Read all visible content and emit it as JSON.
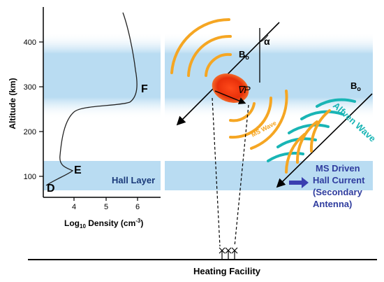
{
  "left_plot": {
    "y_axis_label": "Altitude (km)",
    "x_axis_label_main": "Log",
    "x_axis_label_sub": "10",
    "x_axis_label_rest": " Density (cm",
    "x_axis_label_exp": "-3",
    "x_axis_label_end": ")",
    "y_ticks": [
      "400",
      "300",
      "200",
      "100"
    ],
    "x_ticks": [
      "4",
      "5",
      "6"
    ],
    "layer_labels": {
      "f": "F",
      "e": "E",
      "d": "D"
    },
    "hall_layer": "Hall Layer"
  },
  "right_diagram": {
    "b0_main": "B",
    "b0_sub": "o",
    "alpha": "α",
    "grad_p": "∇P",
    "ms_wave": "MS Wave",
    "alfven_wave": "Alfven Wave",
    "hall_current": [
      "MS Driven",
      "Hall Current",
      "(Secondary",
      "Antenna)"
    ]
  },
  "heating_facility": "Heating Facility",
  "colors": {
    "band": "#b9dcf2",
    "ms_wave": "#f5a623",
    "alfven_wave": "#19b5b5",
    "source": "#e8300a",
    "hall_arrow": "#3a3fb0",
    "hall_text": "#2f3c9e",
    "label_dark": "#1a3a7a"
  }
}
